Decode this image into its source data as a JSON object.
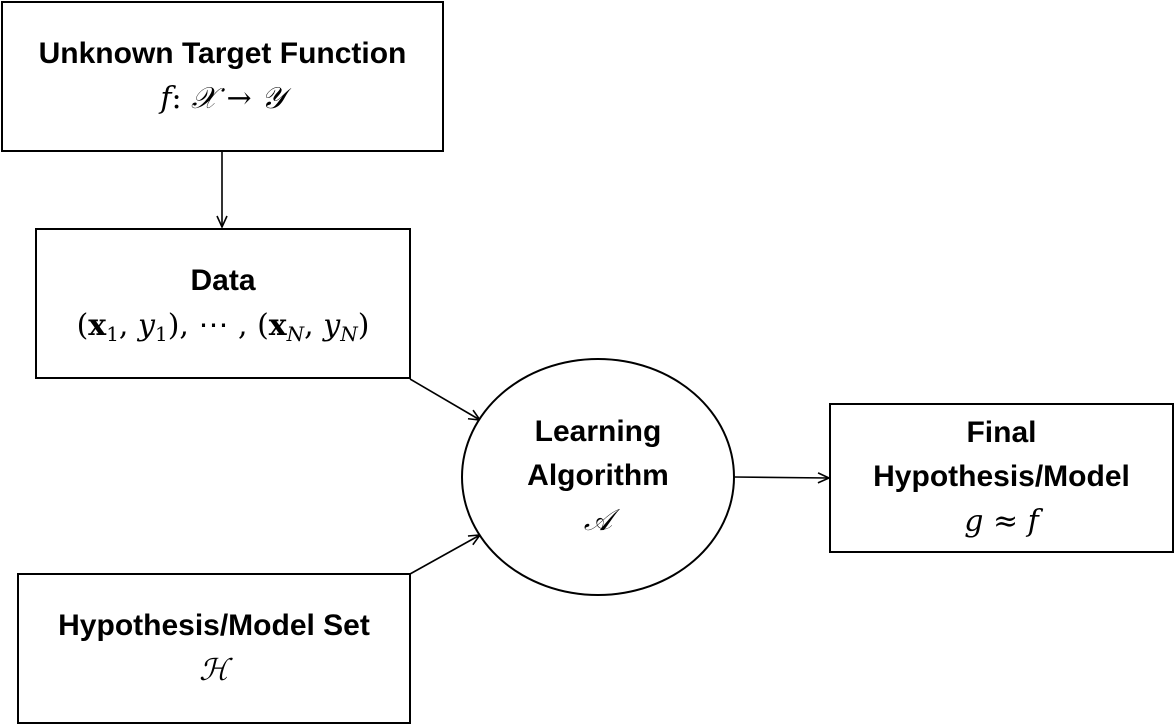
{
  "nodes": {
    "target_function": {
      "title": "Unknown Target Function",
      "formula": "f: 𝒳 → 𝒴"
    },
    "data": {
      "title": "Data",
      "formula": "(x1, y1), ⋯ , (xN, yN)"
    },
    "learning_algorithm": {
      "title_line1": "Learning",
      "title_line2": "Algorithm",
      "symbol": "𝒜"
    },
    "hypothesis_set": {
      "title": "Hypothesis/Model Set",
      "symbol": "ℋ"
    },
    "final_hypothesis": {
      "title_line1": "Final",
      "title_line2": "Hypothesis/Model",
      "formula": "g ≈ f"
    }
  },
  "edges": [
    {
      "from": "target_function",
      "to": "data"
    },
    {
      "from": "data",
      "to": "learning_algorithm"
    },
    {
      "from": "hypothesis_set",
      "to": "learning_algorithm"
    },
    {
      "from": "learning_algorithm",
      "to": "final_hypothesis"
    }
  ]
}
